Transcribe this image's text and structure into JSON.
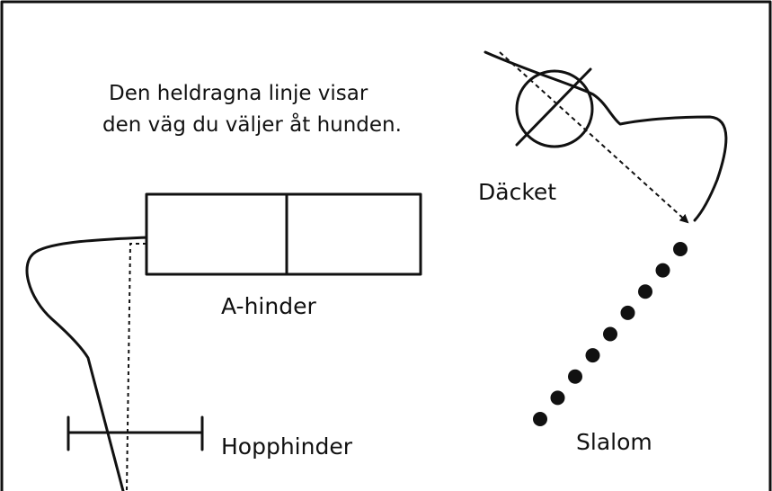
{
  "instruction": {
    "line1": "Den heldragna linje visar",
    "line2": "den väg du väljer åt hunden."
  },
  "obstacles": {
    "a_frame": "A-hinder",
    "tunnel_tire": "Däcket",
    "jump": "Hopphinder",
    "weave": "Slalom"
  },
  "colors": {
    "ink": "#111111",
    "background": "#ffffff"
  },
  "weave_poles": 9
}
